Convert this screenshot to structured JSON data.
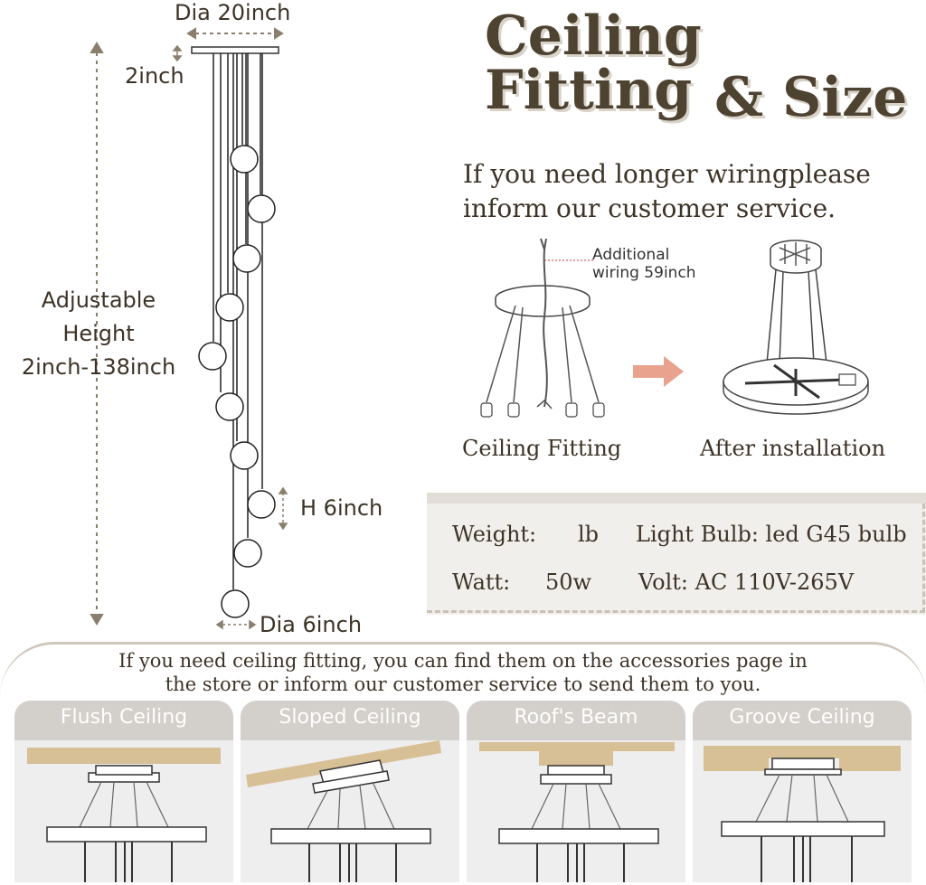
{
  "title": {
    "line1": "Ceiling Fitting",
    "line2": "& Size"
  },
  "subtitle": {
    "line1": "If you need longer wiringplease",
    "line2": "inform our customer service."
  },
  "dimensions": {
    "canopy_diameter": "Dia 20inch",
    "canopy_height": "2inch",
    "adjustable_height": [
      "Adjustable",
      "Height",
      "2inch-138inch"
    ],
    "globe_height": "H 6inch",
    "globe_diameter": "Dia 6inch"
  },
  "fitting": {
    "additional_wiring": [
      "Additional",
      "wiring 59inch"
    ],
    "caption_left": "Ceiling Fitting",
    "caption_right": "After installation"
  },
  "specs": {
    "weight_label": "Weight:",
    "weight_value": "lb",
    "bulb": "Light Bulb: led G45 bulb",
    "watt_label": "Watt:",
    "watt_value": "50w",
    "volt": "Volt: AC 110V-265V"
  },
  "bottom": {
    "note_line1": "If you need ceiling fitting, you can find them on the accessories page in",
    "note_line2": "the store or inform our customer service to send them to you.",
    "cards": [
      "Flush Ceiling",
      "Sloped Ceiling",
      "Roof's Beam",
      "Groove Ceiling"
    ]
  },
  "colors": {
    "text": "#3d3326",
    "wood": "#d7bf96",
    "arrow": "#e9a28e",
    "card_head": "#d3cfca"
  }
}
